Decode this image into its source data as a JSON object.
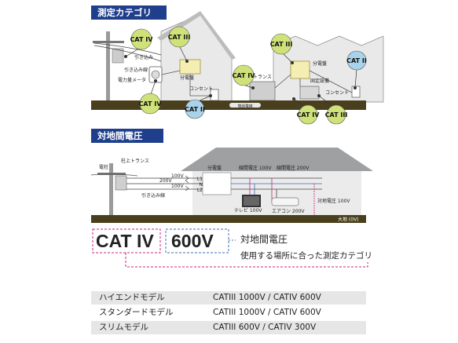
{
  "sections": {
    "measurement_category": "測定カテゴリ",
    "ground_voltage": "対地間電圧"
  },
  "top_diagram": {
    "cat_bubbles": [
      "CAT IV",
      "CAT III",
      "CAT IV",
      "CAT II",
      "CAT IV",
      "CAT III",
      "CAT II",
      "CAT IV",
      "CAT III"
    ],
    "labels": {
      "service_drop_a": "引き込み",
      "service_drop_b": "引き込み線",
      "meter": "電力量メータ",
      "panel_left": "分電盤",
      "outlet_left": "コンセント",
      "buried_cable": "埋設電線",
      "transformer": "トランス",
      "panel_right": "分電盤",
      "fixed_equipment": "固定設備",
      "outlet_right": "コンセント"
    }
  },
  "bottom_diagram": {
    "labels": {
      "pole": "電柱",
      "pole_transformer": "柱上トランス",
      "service_line": "引き込み線",
      "panel": "分電盤",
      "l1": "L1",
      "n": "N",
      "l2": "L2",
      "v100_top": "100V",
      "v100_bottom": "100V",
      "v200": "200V",
      "line_v100": "線間電圧 100V",
      "line_v200": "線間電圧 200V",
      "tv": "テレビ 100V",
      "ac": "エアコン 200V",
      "ground_v": "対地電圧 100V",
      "earth": "大地 (0V)"
    }
  },
  "legend": {
    "category": "CAT IV",
    "voltage": "600V",
    "voltage_label": "対地間電圧",
    "category_label": "使用する場所に合った測定カテゴリ"
  },
  "models": [
    {
      "name": "ハイエンドモデル",
      "spec": "CATIII 1000V  /  CATIV 600V"
    },
    {
      "name": "スタンダードモデル",
      "spec": "CATIII 1000V  /  CATIV 600V"
    },
    {
      "name": "スリムモデル",
      "spec": "CATIII 600V  /  CATIV 300V"
    }
  ],
  "colors": {
    "header_bg": "#1f3f8c",
    "bubble_green": "#cfe27a",
    "bubble_blue": "#a9d3ea",
    "ground": "#4a3f1c",
    "dashed_magenta": "#c8207f",
    "dashed_blue": "#3a6fb5",
    "table_row_a": "#e6e6e6",
    "table_row_b": "#ffffff"
  }
}
